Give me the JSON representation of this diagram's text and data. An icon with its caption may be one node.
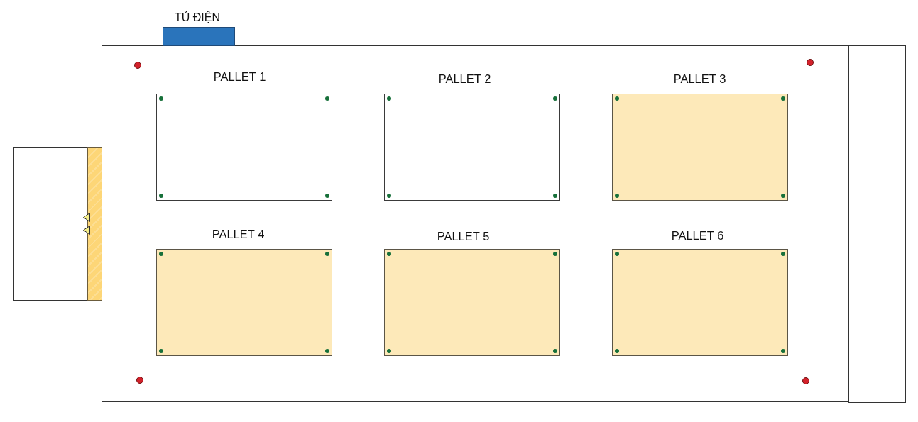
{
  "diagram": {
    "nodes": [
      {
        "text": [
          "TỦ ĐIỆN"
        ]
      },
      {
        "text": [],
        "shape": "box"
      },
      {
        "text": [
          "PALLET 1"
        ],
        "in": 1
      },
      {
        "text": [
          "PALLET 2"
        ],
        "in": 1
      },
      {
        "text": [
          "PALLET 3"
        ],
        "in": 1
      },
      {
        "text": [
          "PALLET 4"
        ],
        "in": 1
      },
      {
        "text": [
          "PALLET 5"
        ],
        "in": 1
      },
      {
        "text": [
          "PALLET 6"
        ],
        "in": 1
      },
      {
        "text": [],
        "shape": "box"
      },
      {
        "text": [],
        "shape": "bar"
      },
      {
        "text": [],
        "shape": "box"
      }
    ]
  }
}
